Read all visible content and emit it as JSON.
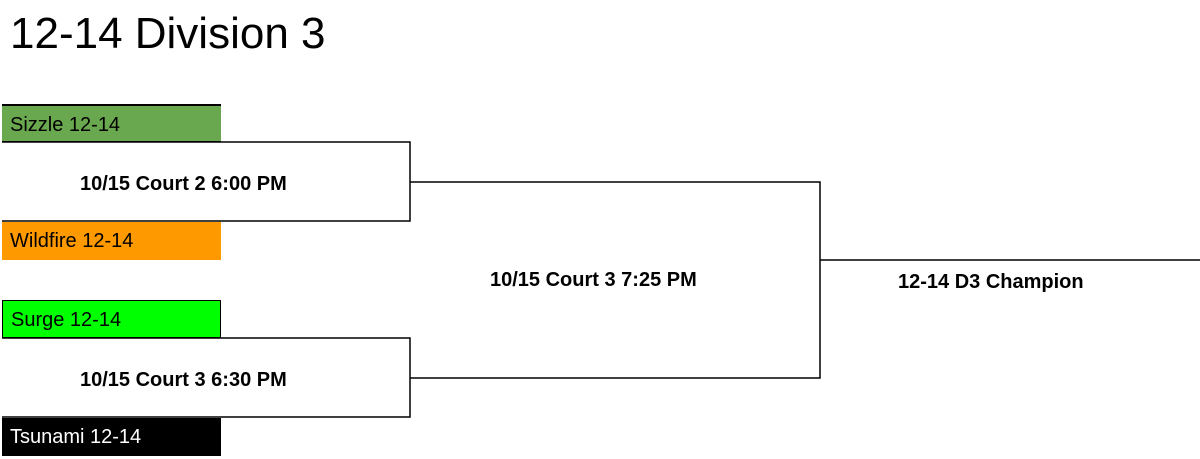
{
  "title": "12-14 Division 3",
  "teams": [
    {
      "name": "Sizzle 12-14",
      "color": "#6aa84f"
    },
    {
      "name": "Wildfire 12-14",
      "color": "#ff9900"
    },
    {
      "name": "Surge 12-14",
      "color": "#00ff00"
    },
    {
      "name": "Tsunami 12-14",
      "color": "#000000"
    }
  ],
  "games": [
    {
      "label": "10/15 Court 2 6:00 PM"
    },
    {
      "label": "10/15 Court 3 6:30 PM"
    },
    {
      "label": "10/15 Court 3 7:25 PM"
    }
  ],
  "champion": "12-14 D3 Champion"
}
